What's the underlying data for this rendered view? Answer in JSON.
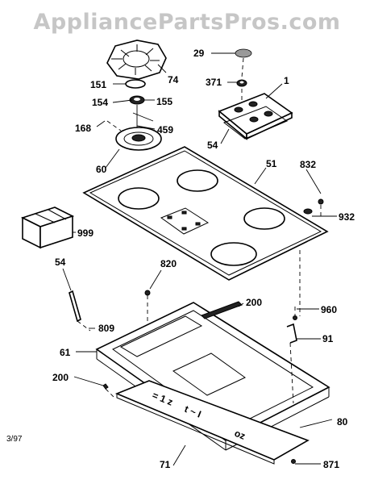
{
  "watermark": "AppliancePartsPros.com",
  "date_code": "3/97",
  "callouts": {
    "c29": "29",
    "c74": "74",
    "c371": "371",
    "c1": "1",
    "c151": "151",
    "c155": "155",
    "c154": "154",
    "c168": "168",
    "c459": "459",
    "c54a": "54",
    "c60": "60",
    "c51": "51",
    "c832": "832",
    "c932": "932",
    "c999": "999",
    "c54b": "54",
    "c820": "820",
    "c200a": "200",
    "c960": "960",
    "c809": "809",
    "c91": "91",
    "c61": "61",
    "c200b": "200",
    "c80": "80",
    "c71": "71",
    "c871": "871"
  }
}
